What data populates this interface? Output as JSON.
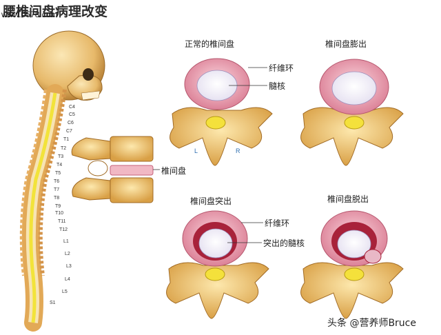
{
  "title": "腰椎间盘病理改变",
  "watermark": "www.0578.com",
  "panels": {
    "normal": {
      "caption": "正常的椎间盘",
      "label_outer": "纤维环",
      "label_inner": "髓核",
      "side_left": "L",
      "side_right": "R"
    },
    "bulge": {
      "caption": "椎间盘膨出"
    },
    "protrusion": {
      "caption": "椎间盘突出",
      "label_outer": "纤维环",
      "label_inner": "突出的髓核"
    },
    "extrusion": {
      "caption": "椎间盘脱出"
    }
  },
  "spine_callout": "椎间盘",
  "vertebra_labels": [
    "C4",
    "C5",
    "C6",
    "C7",
    "T1",
    "T2",
    "T3",
    "T4",
    "T5",
    "T6",
    "T7",
    "T8",
    "T9",
    "T10",
    "T11",
    "T12",
    "L1",
    "L2",
    "L3",
    "L4",
    "L5",
    "S1"
  ],
  "credit": "头条 @营养师Bruce"
}
